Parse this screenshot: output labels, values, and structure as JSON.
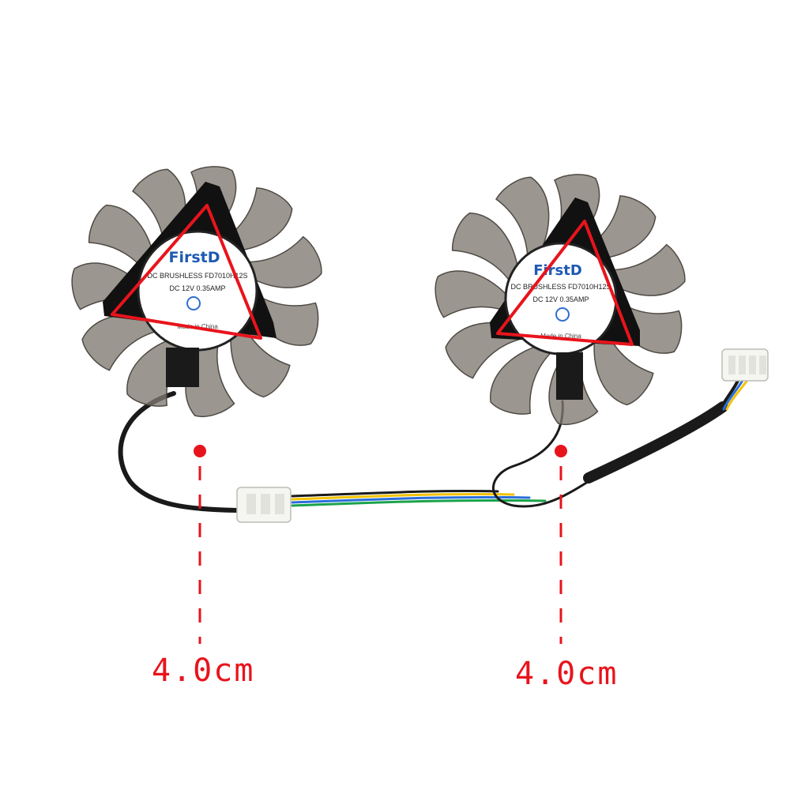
{
  "fans": [
    {
      "brand": "FirstD",
      "label_lines": [
        "DC BRUSHLESS  FD7010H12S",
        "DC     12V     0.35AMP",
        "Made in China"
      ]
    },
    {
      "brand": "FirstD",
      "label_lines": [
        "DC BRUSHLESS  FD7010H12S",
        "DC     12V     0.35AMP",
        "Made in China"
      ]
    }
  ],
  "annotations": {
    "spacing_left": "4.0cm",
    "spacing_right": "4.0cm",
    "color": "#e8141c"
  },
  "wire_colors": [
    "#1a1a1a",
    "#f2c200",
    "#2a6fdb",
    "#1aa34a"
  ]
}
